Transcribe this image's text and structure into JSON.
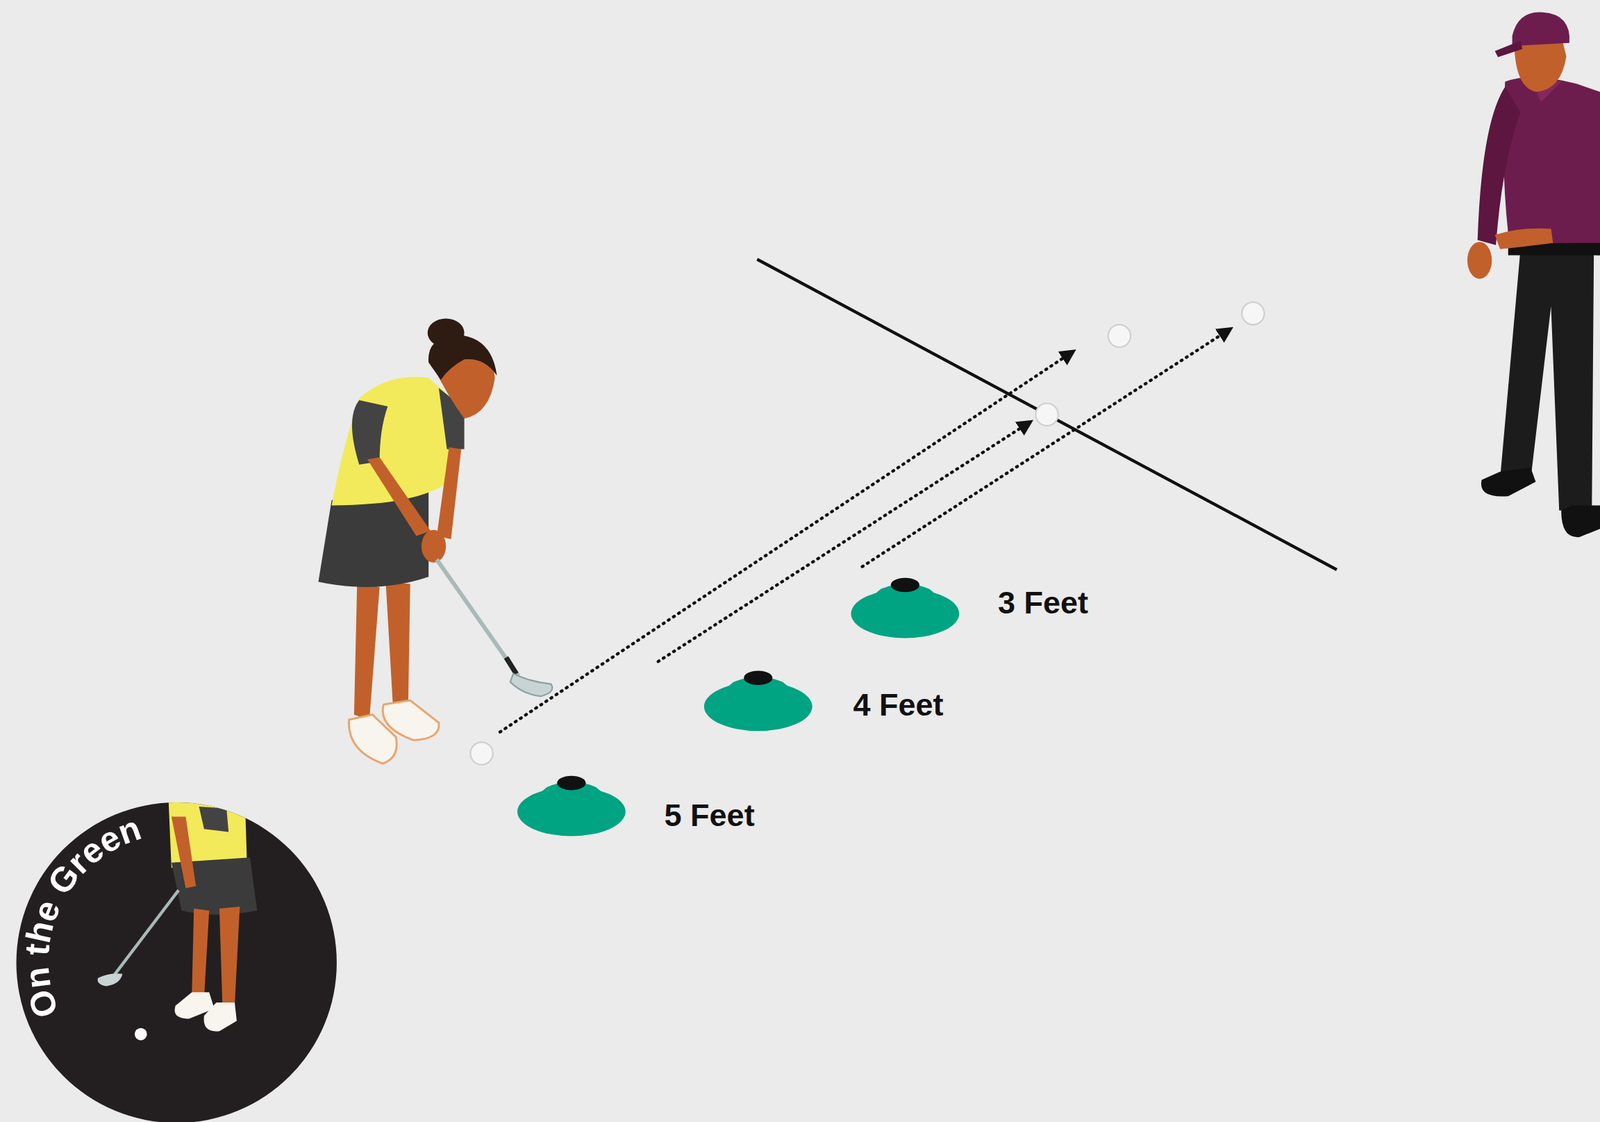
{
  "diagram": {
    "labels": [
      "3 Feet",
      "4 Feet",
      "5 Feet",
      "On the Green"
    ]
  }
}
